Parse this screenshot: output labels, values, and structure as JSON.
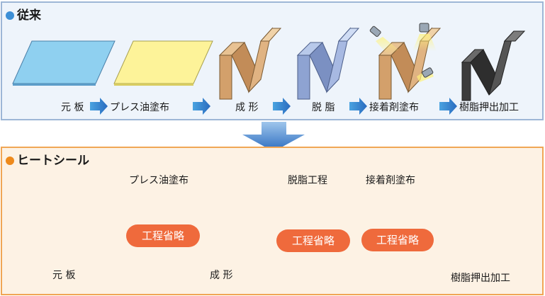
{
  "conventional": {
    "title": "従来",
    "steps": [
      "元 板",
      "プレス油塗布",
      "成 形",
      "脱 脂",
      "接着剤塗布",
      "樹脂押出加工"
    ]
  },
  "heat_seal": {
    "title": "ヒートシール",
    "process_labels": [
      "プレス油塗布",
      "脱脂工程",
      "接着剤塗布"
    ],
    "omitted_badge": "工程省略",
    "bottom_labels": [
      "元 板",
      "成 形",
      "樹脂押出加工"
    ]
  },
  "colors": {
    "conventional_accent": "#3d8fd6",
    "heat_seal_accent": "#ee8a1c",
    "badge": "#ef6a3c"
  }
}
